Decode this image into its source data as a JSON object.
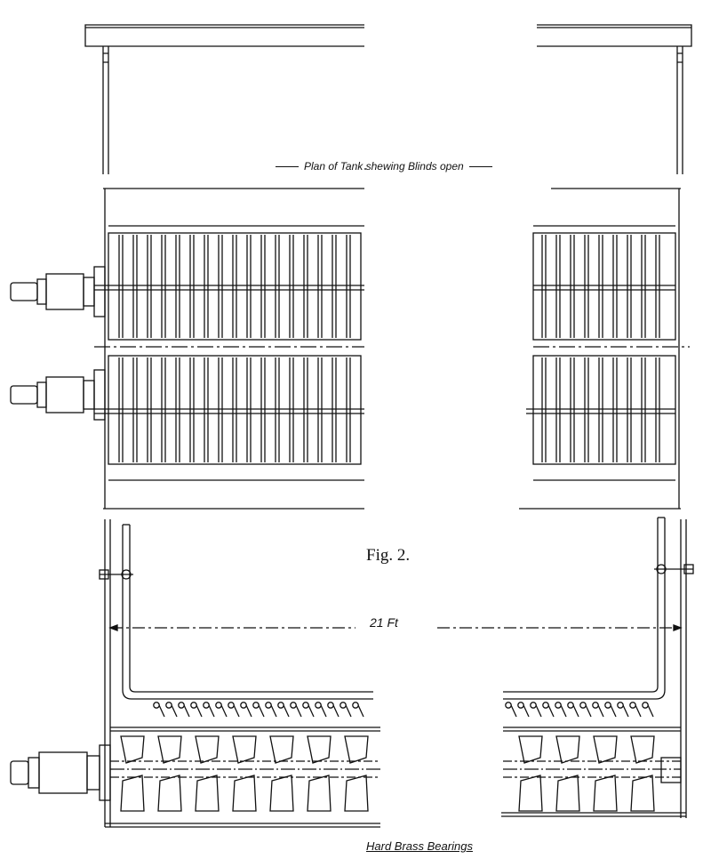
{
  "labels": {
    "plan_caption": "Plan of Tank shewing Blinds open",
    "figure_label": "Fig. 2.",
    "dimension": "21 Ft",
    "bearings_caption": "Hard Brass Bearings"
  },
  "colors": {
    "ink": "#111111",
    "paper": "#ffffff"
  }
}
